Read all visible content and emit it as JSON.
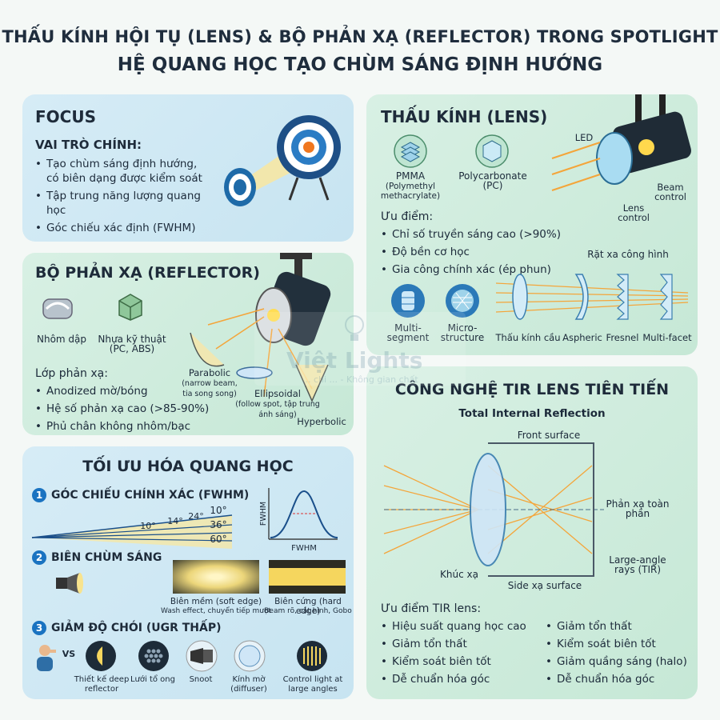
{
  "title_line1": "THẤU KÍNH HỘI TỤ (LENS) & BỘ PHẢN XẠ (REFLECTOR) TRONG SPOTLIGHT",
  "title_line2": "HỆ QUANG HỌC TẠO CHÙM SÁNG ĐỊNH HƯỚNG",
  "focus": {
    "heading": "FOCUS",
    "subheading": "VAI TRÒ CHÍNH:",
    "items": [
      "Tạo chùm sáng định hướng, có biên dạng được kiểm soát",
      "Tập trung năng lượng quang học",
      "Góc chiếu xác định (FWHM)"
    ]
  },
  "reflector": {
    "heading": "BỘ PHẢN XẠ (REFLECTOR)",
    "materials": [
      "Nhôm dập",
      "Nhựa kỹ thuật (PC, ABS)"
    ],
    "subheading": "Lớp phản xạ:",
    "items": [
      "Anodized mờ/bóng",
      "Hệ số phản xạ cao (>85-90%)",
      "Phủ chân không nhôm/bạc"
    ],
    "parabolic": "Parabolic",
    "parabolic_note": "(narrow beam, tia song song)",
    "ellipsoidal": "Ellipsoidal",
    "ellipsoidal_note": "(follow spot, tập trung ánh sáng)",
    "hyperbolic": "Hyperbolic"
  },
  "lens": {
    "heading": "THẤU KÍNH (LENS)",
    "materials": [
      "PMMA",
      "(Polymethyl methacrylate)",
      "Polycarbonate (PC)"
    ],
    "led": "LED",
    "beam_control": "Beam control",
    "lens_control": "Lens control",
    "adv_heading": "Ưu điểm:",
    "items": [
      "Chỉ số truyền sáng cao (>90%)",
      "Độ bền cơ học",
      "Gia công chính xác (ép phun)"
    ],
    "types": [
      "Multi-segment",
      "Micro-structure"
    ],
    "range_label": "Rặt xa công hình",
    "lens_types": [
      "Thấu kính cầu",
      "Aspheric",
      "Fresnel",
      "Multi-facet"
    ]
  },
  "optimize": {
    "heading": "TỐI ƯU HÓA QUANG HỌC",
    "s1": "GÓC CHIẾU CHÍNH XÁC (FWHM)",
    "angles": [
      "10°",
      "14°",
      "24°",
      "10°",
      "36°",
      "60°"
    ],
    "fwhm_axis_y": "FWHM",
    "fwhm_axis_x": "FWHM",
    "s2": "BIÊN CHÙM SÁNG",
    "soft_edge": "Biên mềm (soft edge)",
    "soft_note": "Wash effect, chuyển tiếp mượt",
    "hard_edge": "Biên cứng (hard edge)",
    "hard_note": "Beam rõ, cắt hình, Gobo",
    "s3": "GIẢM ĐỘ CHÓI (UGR THẤP)",
    "vs": "VS",
    "glare_items": [
      "Thiết kế deep reflector",
      "Lưới tổ ong",
      "Snoot",
      "Kính mờ (diffuser)",
      "Control light at large angles"
    ],
    "nums": [
      "1",
      "2",
      "3"
    ]
  },
  "tir": {
    "heading": "CÔNG NGHỆ TIR LENS TIÊN TIẾN",
    "subtitle": "Total Internal Reflection",
    "front": "Front surface",
    "full_reflect": "Phản xạ toàn phần",
    "large_angle": "Large-angle rays (TIR)",
    "refraction": "Khúc xạ",
    "side": "Side xạ surface",
    "adv_heading": "Ưu điểm TIR lens:",
    "col1": [
      "Hiệu suất quang học cao",
      "Giảm tổn thất",
      "Kiểm soát biên tốt",
      "Dễ chuẩn hóa góc"
    ],
    "col2": [
      "Giảm tổn thất",
      "Kiểm soát biên tốt",
      "Giảm quầng sáng (halo)",
      "Dễ chuẩn hóa góc"
    ]
  },
  "watermark": {
    "brand": "Việt Lights",
    "tagline": "... chi ... - Không gian chất"
  },
  "colors": {
    "accent": "#1a73c1",
    "beam": "#f4a53a",
    "panel_blue": "#cfe8f3",
    "panel_green": "#cfecdd"
  }
}
